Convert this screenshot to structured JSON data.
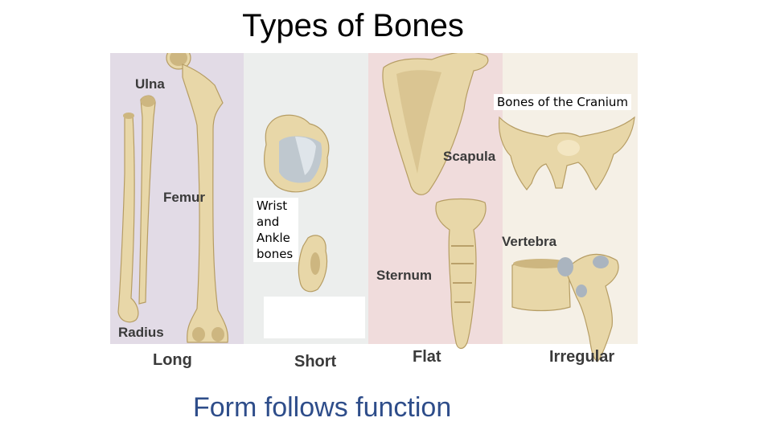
{
  "title": "Types of Bones",
  "footer": "Form follows function",
  "bands": [
    {
      "name": "long",
      "color": "#e2dbe6"
    },
    {
      "name": "short",
      "color": "#eceeed"
    },
    {
      "name": "flat",
      "color": "#f0dcdc"
    },
    {
      "name": "irregular",
      "color": "#f5f0e6"
    }
  ],
  "bone_color": "#e8d7a8",
  "bone_shade": "#cdb680",
  "categories": {
    "long": "Long",
    "short": "Short",
    "flat": "Flat",
    "irregular": "Irregular"
  },
  "labels": {
    "ulna": "Ulna",
    "radius": "Radius",
    "femur": "Femur",
    "scapula": "Scapula",
    "sternum": "Sternum",
    "vertebra": "Vertebra"
  },
  "notes": {
    "cranium": "Bones of the Cranium",
    "wrist_ankle": [
      "Wrist",
      "and",
      "Ankle",
      "bones"
    ]
  }
}
